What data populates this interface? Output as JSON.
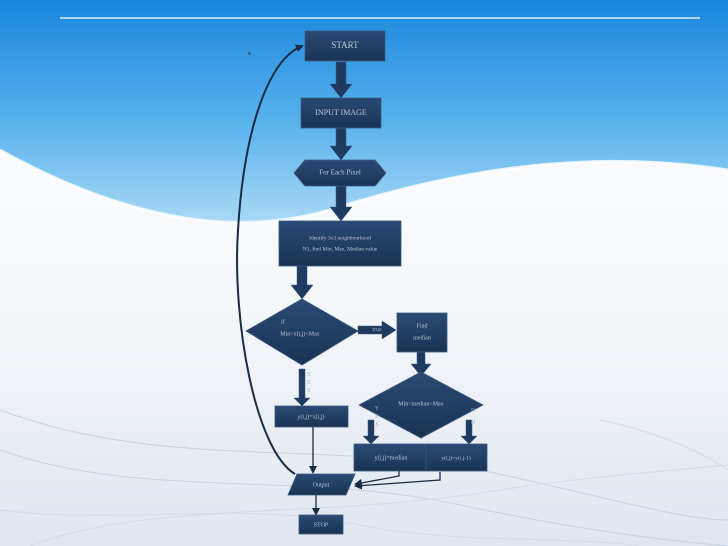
{
  "slide": {
    "corner_mark": "▪"
  },
  "colors": {
    "node_fill": "#1f3a60",
    "node_stroke": "#3a5a82",
    "text": "#b9c6d6",
    "arrow": "#1a2b44",
    "sky_top": "#1e8ee0",
    "sky_bottom": "#9fd2f4"
  },
  "nodes": {
    "start": "START",
    "input_image": "INPUT IMAGE",
    "for_each_pixel": "For Each Pixel",
    "identify": {
      "line1": "Identify 3x3 neighbourhood",
      "line2": "N1, find Min, Max, Median value"
    },
    "decision_noise": {
      "line1": "if",
      "line2": "Min<x(i,j)<Max"
    },
    "find_median": {
      "line1": "Find",
      "line2": "median"
    },
    "decision_median": "Min<median<Max",
    "keep_pixel": "y(i,j)=x(i,j)",
    "replace_median": "y(i,j)=median",
    "replace_prev": "y(i,j)=y(i,j-1)",
    "output": "Output",
    "stop": "STOP"
  },
  "edge_labels": {
    "true_right": "true",
    "yes_down": [
      "Y",
      "E",
      "S"
    ],
    "yes_left": [
      "Y",
      "E",
      "S"
    ],
    "no_right": [
      "N",
      "O"
    ]
  }
}
